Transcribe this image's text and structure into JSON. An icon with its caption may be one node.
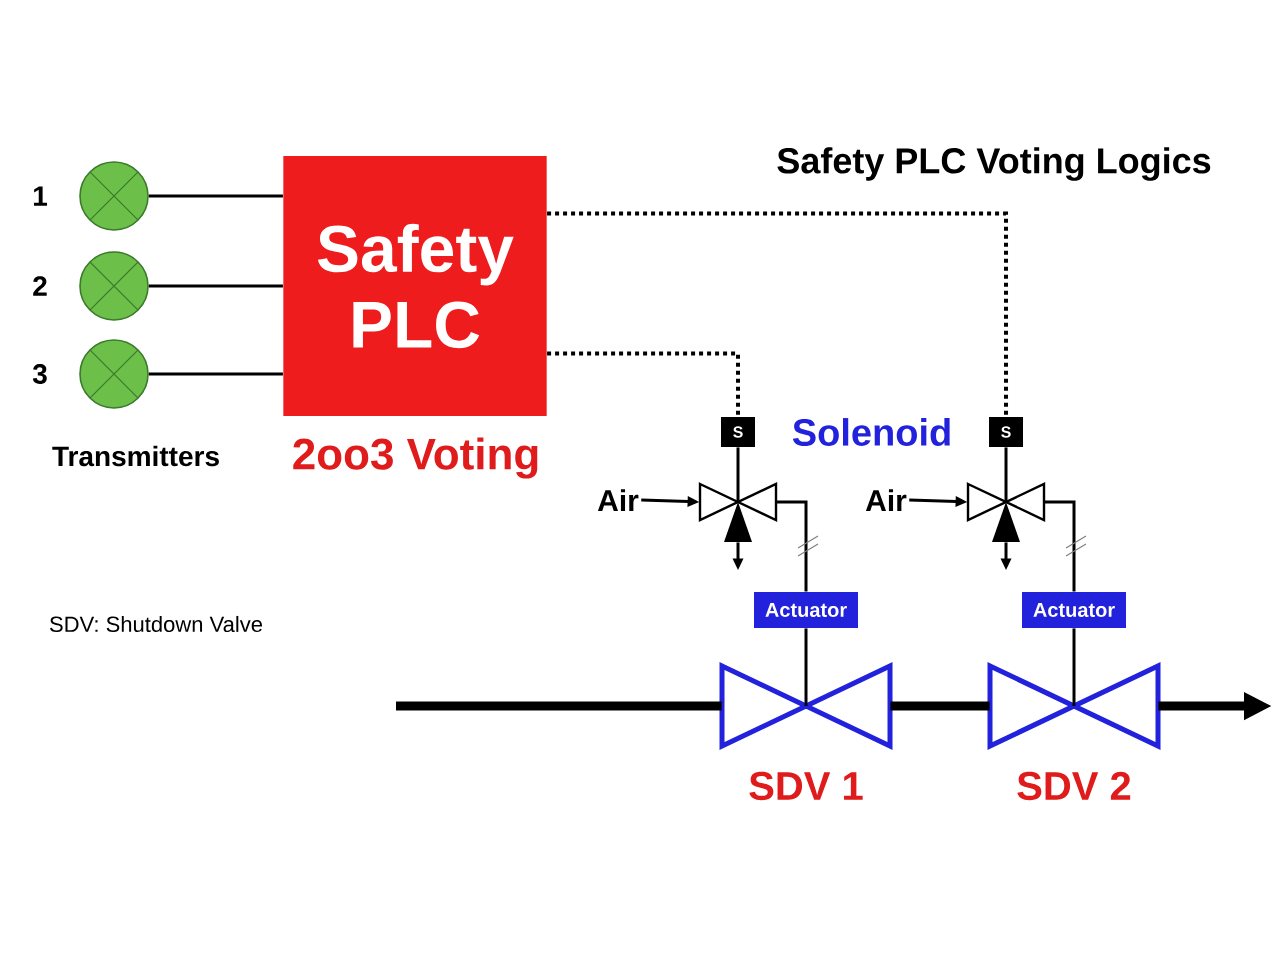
{
  "diagram": {
    "title": "Safety PLC Voting Logics",
    "nodes": [
      {
        "text": [],
        "shape": "circle",
        "beside": [
          "1"
        ]
      },
      {
        "text": [],
        "shape": "circle",
        "beside": [
          "2"
        ]
      },
      {
        "text": [],
        "shape": "circle",
        "beside": [
          "3"
        ]
      },
      {
        "text": [
          "Safety PLC"
        ],
        "beside": [
          "2oo3 Voting"
        ]
      },
      {
        "text": [
          "S"
        ]
      },
      {
        "text": [
          "S"
        ]
      },
      {
        "text": [],
        "shape": "valve"
      },
      {
        "text": [],
        "shape": "valve"
      },
      {
        "text": [
          "Actuator"
        ]
      },
      {
        "text": [
          "Actuator"
        ]
      },
      {
        "text": [],
        "shape": "valve",
        "beside": [
          "SDV 1"
        ]
      },
      {
        "text": [],
        "shape": "valve",
        "beside": [
          "SDV 2"
        ]
      },
      {
        "text": [
          "Air"
        ]
      },
      {
        "text": [
          "Air"
        ]
      }
    ],
    "edges": [
      {
        "from": 0,
        "to": 3,
        "arrow": "none"
      },
      {
        "from": 1,
        "to": 3,
        "arrow": "none"
      },
      {
        "from": 2,
        "to": 3,
        "arrow": "none"
      },
      {
        "from": 3,
        "to": 4,
        "arrow": "none",
        "style": "dashed"
      },
      {
        "from": 3,
        "to": 5,
        "arrow": "none",
        "style": "dashed"
      },
      {
        "from": 4,
        "to": 6,
        "arrow": "none"
      },
      {
        "from": 5,
        "to": 7,
        "arrow": "none"
      },
      {
        "from": 12,
        "to": 6,
        "arrow": "to"
      },
      {
        "from": 13,
        "to": 7,
        "arrow": "to"
      },
      {
        "from": 6,
        "to": null,
        "arrow": "to"
      },
      {
        "from": 7,
        "to": null,
        "arrow": "to"
      },
      {
        "from": 6,
        "to": 8,
        "arrow": "none"
      },
      {
        "from": 7,
        "to": 9,
        "arrow": "none"
      },
      {
        "from": 8,
        "to": 10,
        "arrow": "none"
      },
      {
        "from": 9,
        "to": 11,
        "arrow": "none"
      },
      {
        "from": null,
        "to": 10,
        "arrow": "none",
        "style": "thick"
      },
      {
        "from": 10,
        "to": 11,
        "arrow": "none",
        "style": "thick"
      },
      {
        "from": 11,
        "to": null,
        "arrow": "to",
        "style": "thick"
      }
    ],
    "labels": [
      "Transmitters",
      "Solenoid",
      "SDV: Shutdown Valve"
    ]
  }
}
